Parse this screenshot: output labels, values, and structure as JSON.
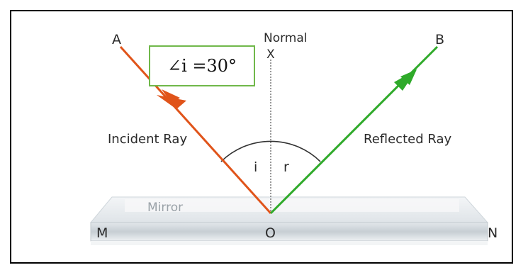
{
  "labels": {
    "normal": "Normal",
    "x_point": "X",
    "a_point": "A",
    "b_point": "B",
    "incident_ray": "Incident Ray",
    "reflected_ray": "Reflected Ray",
    "i_angle": "i",
    "r_angle": "r",
    "mirror": "Mirror",
    "m_point": "M",
    "o_point": "O",
    "n_point": "N"
  },
  "annotation": {
    "angle_text": "∠i =30°"
  },
  "colors": {
    "incident_ray": "#e0541a",
    "reflected_ray": "#2faa2a",
    "annotation_border": "#70b84a",
    "mirror_face": "#eef1f3",
    "mirror_edge": "#c9d0d5"
  }
}
